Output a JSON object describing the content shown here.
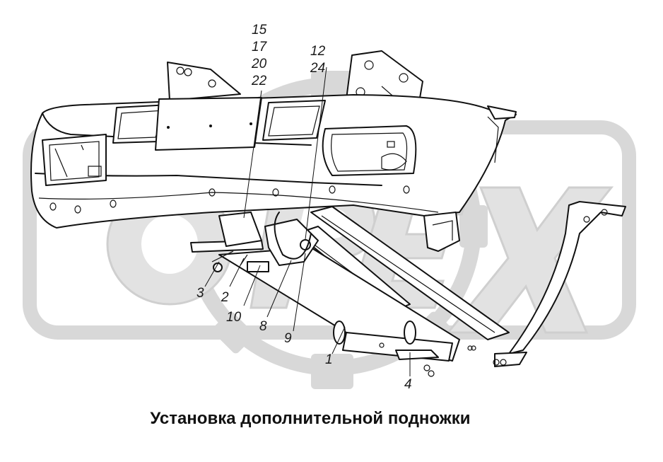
{
  "watermark": {
    "text": "OPEX",
    "color": "#d6d6d6"
  },
  "callouts": {
    "c15": "15",
    "c17": "17",
    "c20": "20",
    "c22": "22",
    "c12": "12",
    "c24": "24",
    "c3": "3",
    "c2": "2",
    "c10": "10",
    "c8": "8",
    "c9": "9",
    "c1": "1",
    "c4": "4"
  },
  "caption": "Установка дополнительной подножки"
}
